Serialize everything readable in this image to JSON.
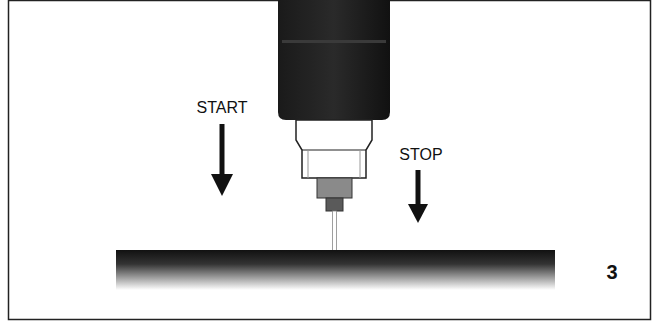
{
  "diagram": {
    "labels": [
      "START",
      "STOP",
      "3"
    ]
  }
}
